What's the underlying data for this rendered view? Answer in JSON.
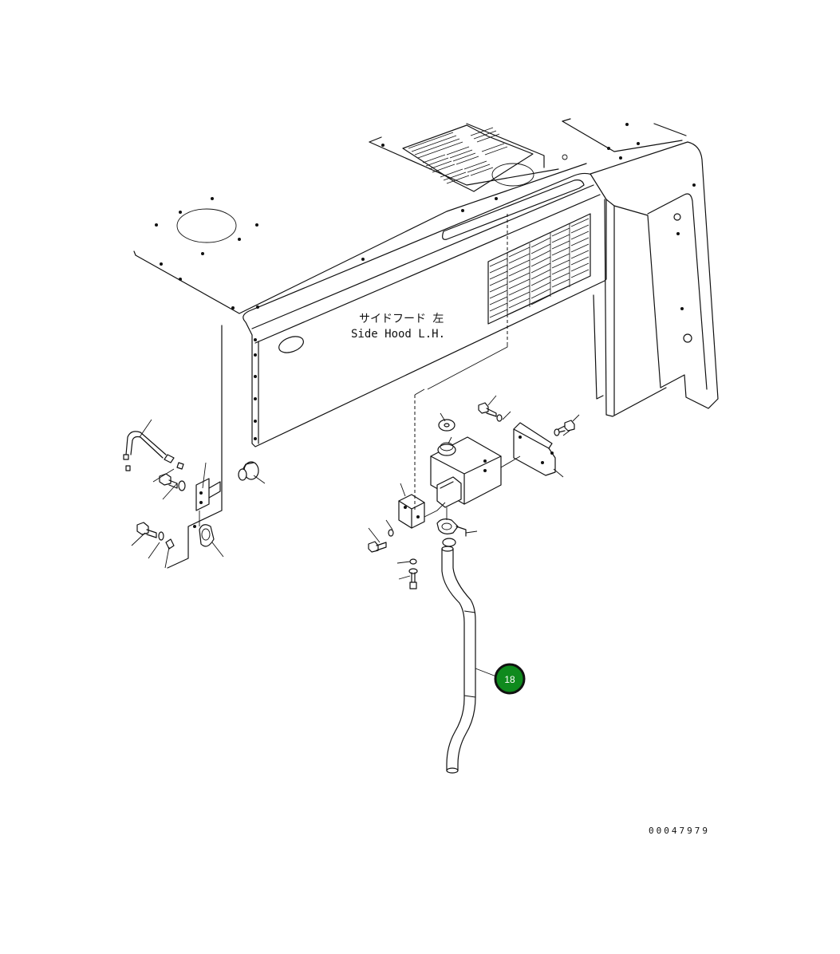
{
  "diagram": {
    "label_line1": "サイドフード 左",
    "label_line2": "Side Hood L.H.",
    "callout_number": "18",
    "drawing_code": "00047979",
    "colors": {
      "callout_fill": "#0f8a1d",
      "callout_text": "#ffffff",
      "line": "#111111",
      "background": "#ffffff"
    }
  }
}
